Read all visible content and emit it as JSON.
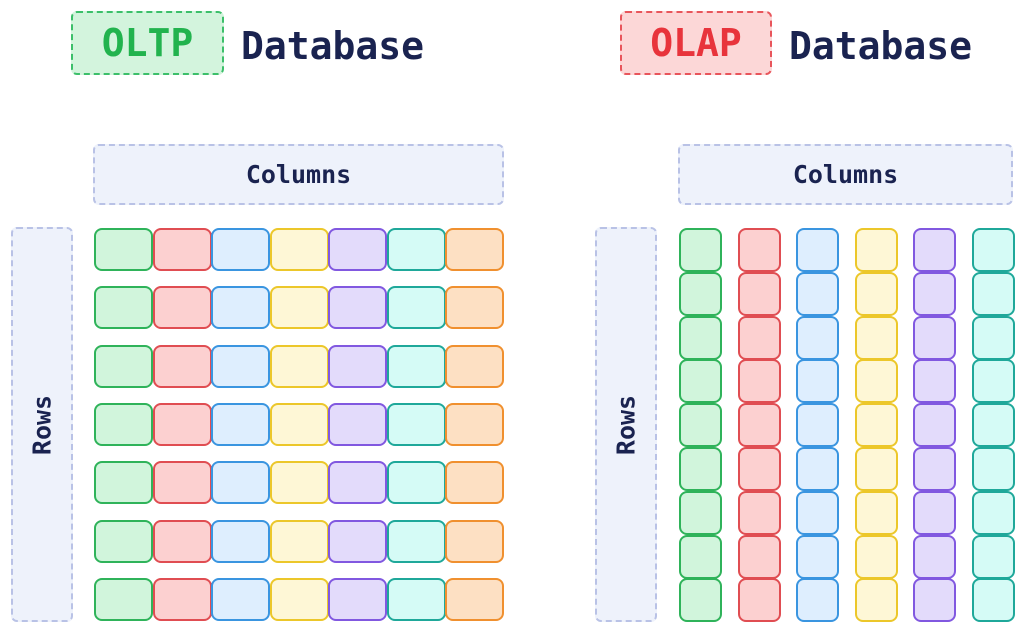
{
  "oltp": {
    "badge": "OLTP",
    "title": "Database",
    "columns_label": "Columns",
    "rows_label": "Rows",
    "badge_colors": {
      "fill": "#d3f4dd",
      "border": "#3cbf6a",
      "text": "#22b34e"
    },
    "row_count": 7,
    "column_count": 7
  },
  "olap": {
    "badge": "OLAP",
    "title": "Database",
    "columns_label": "Columns",
    "rows_label": "Rows",
    "badge_colors": {
      "fill": "#fcd7d7",
      "border": "#e8555b",
      "text": "#e8343c"
    },
    "row_count": 9,
    "column_count": 6
  },
  "palette": [
    {
      "name": "green",
      "fill": "#d1f5dc",
      "border": "#2fb35a"
    },
    {
      "name": "red",
      "fill": "#fcd0d0",
      "border": "#e04d52"
    },
    {
      "name": "blue",
      "fill": "#deeefe",
      "border": "#3a95e0"
    },
    {
      "name": "yellow",
      "fill": "#fef7d6",
      "border": "#ecc72a"
    },
    {
      "name": "purple",
      "fill": "#e3dbfb",
      "border": "#8158e0"
    },
    {
      "name": "teal",
      "fill": "#d5fbf6",
      "border": "#1fa89a"
    },
    {
      "name": "orange",
      "fill": "#fde0c3",
      "border": "#f0902f"
    }
  ]
}
